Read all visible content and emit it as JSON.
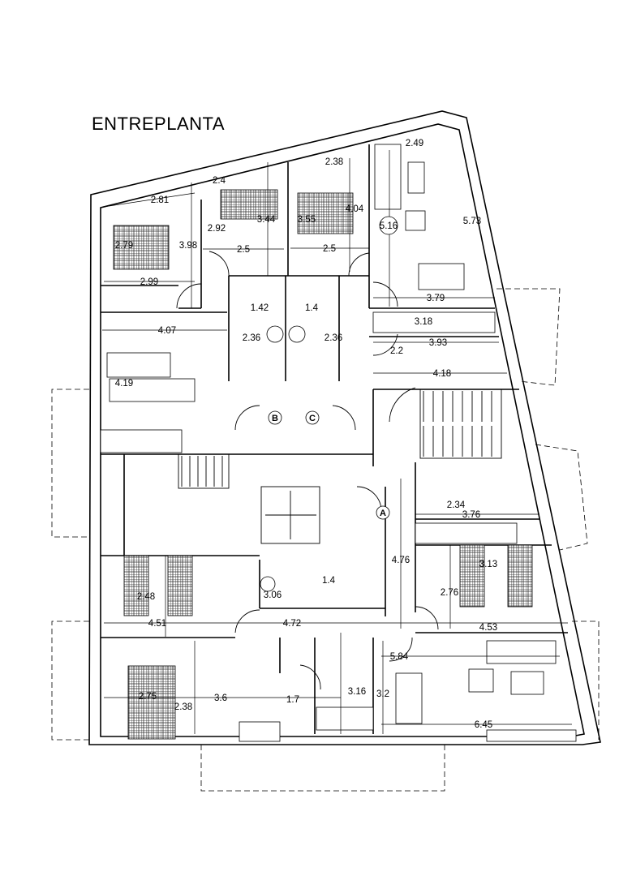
{
  "title": "ENTREPLANTA",
  "dims": [
    "2.81",
    "2.4",
    "2.38",
    "2.49",
    "2.79",
    "3.98",
    "2.92",
    "3.44",
    "3.55",
    "4.04",
    "5.16",
    "5.73",
    "2.5",
    "2.5",
    "2.99",
    "3.79",
    "1.42",
    "1.4",
    "3.18",
    "4.07",
    "2.36",
    "2.36",
    "3.93",
    "2.2",
    "4.18",
    "4.19",
    "2.34",
    "3.76",
    "4.76",
    "3.13",
    "1.4",
    "3.06",
    "2.76",
    "2.48",
    "4.51",
    "4.72",
    "4.53",
    "5.84",
    "2.75",
    "3.6",
    "1.7",
    "3.16",
    "3.2",
    "2.38",
    "6.45"
  ],
  "markers": [
    "B",
    "C",
    "A"
  ]
}
